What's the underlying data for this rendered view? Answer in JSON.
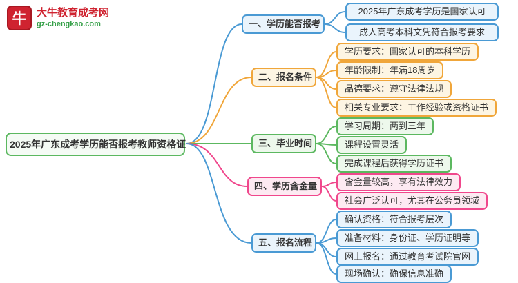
{
  "site": {
    "icon": "bull-seal-icon",
    "icon_glyph": "牛",
    "name": "大牛教育成考网",
    "domain": "gz-chengkao.com"
  },
  "palette": {
    "blue": "#4a9ad4",
    "orange": "#f0a63a",
    "green": "#5cb860",
    "pink": "#f0478c",
    "logo_red": "#cf2330",
    "logo_green": "#35a048"
  },
  "main_topic": "2025年广东成考学历能否报考教师资格证",
  "branches": [
    {
      "label": "一、学历能否报考",
      "color": "blue",
      "leaves": [
        "2025年广东成考学历是国家认可",
        "成人高考本科文凭符合报考要求"
      ]
    },
    {
      "label": "二、报名条件",
      "color": "orange",
      "leaves": [
        "学历要求：国家认可的本科学历",
        "年龄限制：年满18周岁",
        "品德要求：遵守法律法规",
        "相关专业要求：工作经验或资格证书"
      ]
    },
    {
      "label": "三、毕业时间",
      "color": "green",
      "leaves": [
        "学习周期：两到三年",
        "课程设置灵活",
        "完成课程后获得学历证书"
      ]
    },
    {
      "label": "四、学历含金量",
      "color": "pink",
      "leaves": [
        "含金量较高，享有法律效力",
        "社会广泛认可，尤其在公务员领域"
      ]
    },
    {
      "label": "五、报名流程",
      "color": "blue",
      "leaves": [
        "确认资格：符合报考层次",
        "准备材料：身份证、学历证明等",
        "网上报名：通过教育考试院官网",
        "现场确认：确保信息准确"
      ]
    }
  ]
}
